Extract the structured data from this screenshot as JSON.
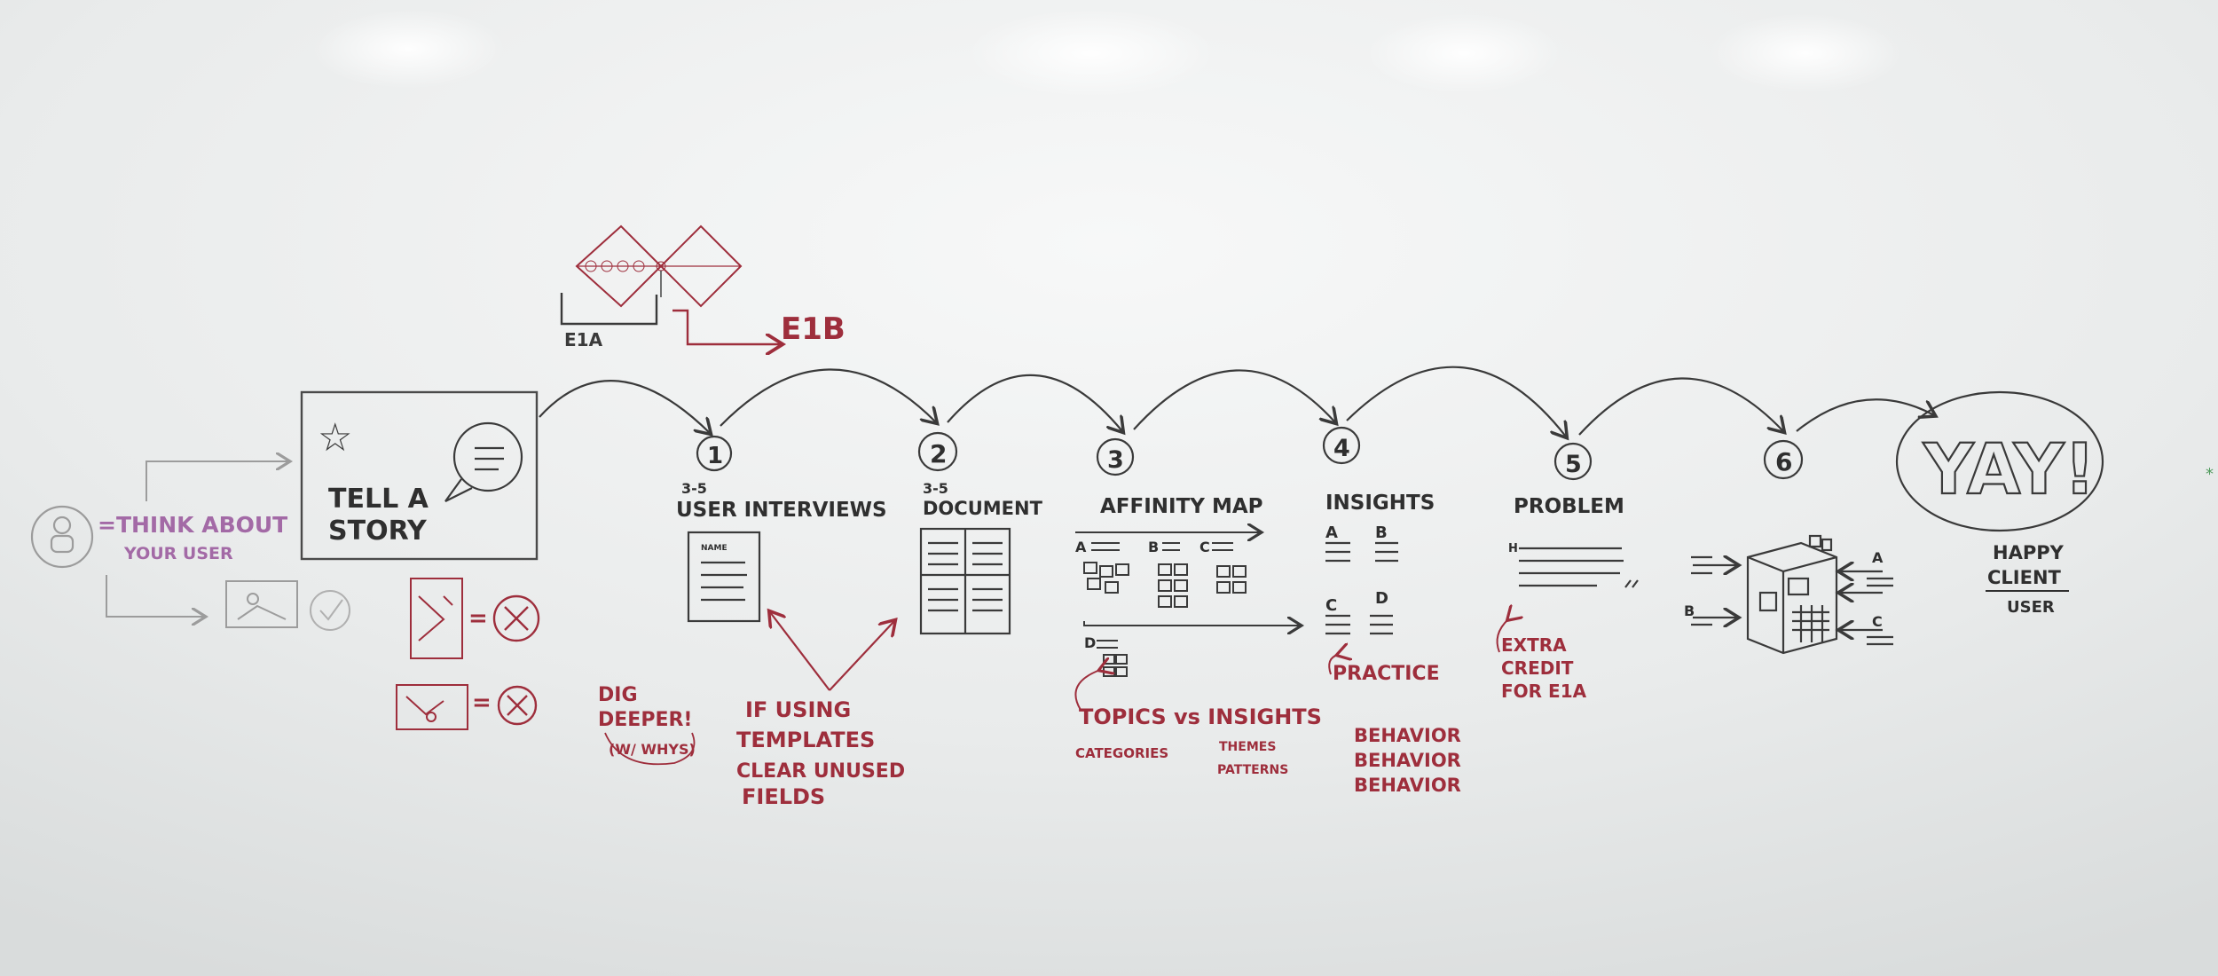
{
  "colors": {
    "ink": "#3a3a3a",
    "red": "#9e2e3c",
    "purple": "#a36aa6",
    "gray": "#9c9c9c",
    "board": "#eceeee"
  },
  "icons": [
    "star-icon",
    "speech-bubble-icon",
    "user-icon",
    "checkmark-icon",
    "crossed-circle-icon",
    "machine-icon"
  ],
  "diagram": {
    "ref": {
      "left": "E1A",
      "right": "E1B"
    },
    "intro": {
      "think": [
        "=THINK ABOUT",
        "YOUR USER"
      ],
      "story": [
        "TELL A",
        "STORY"
      ]
    },
    "steps": [
      {
        "num": "1",
        "sub": "3-5",
        "title": "USER INTERVIEWS"
      },
      {
        "num": "2",
        "sub": "3-5",
        "title": "DOCUMENT"
      },
      {
        "num": "3",
        "sub": "",
        "title": "AFFINITY MAP"
      },
      {
        "num": "4",
        "sub": "",
        "title": "INSIGHTS"
      },
      {
        "num": "5",
        "sub": "",
        "title": "PROBLEM"
      },
      {
        "num": "6",
        "sub": "",
        "title": ""
      }
    ],
    "goal": {
      "yay": "YAY!",
      "line1": "HAPPY",
      "line2": "CLIENT",
      "line3": "USER"
    },
    "notes": {
      "dig": [
        "DIG",
        "DEEPER!",
        "(W/ WHYS)"
      ],
      "templates": [
        "IF USING",
        "TEMPLATES",
        "CLEAR UNUSED",
        "FIELDS"
      ],
      "topics": "TOPICS vs INSIGHTS",
      "categories": "CATEGORIES",
      "themes": "THEMES",
      "patterns": "PATTERNS",
      "practice": "PRACTICE",
      "behavior": [
        "BEHAVIOR",
        "BEHAVIOR",
        "BEHAVIOR"
      ],
      "extra": [
        "EXTRA",
        "CREDIT",
        "FOR E1A"
      ]
    },
    "labels": {
      "affinity": [
        "A",
        "B",
        "C",
        "D"
      ],
      "insights": [
        "A",
        "B",
        "C",
        "D"
      ],
      "machine": [
        "A",
        "B",
        "C"
      ],
      "doc": "NAME",
      "problem_mark": "H"
    }
  }
}
